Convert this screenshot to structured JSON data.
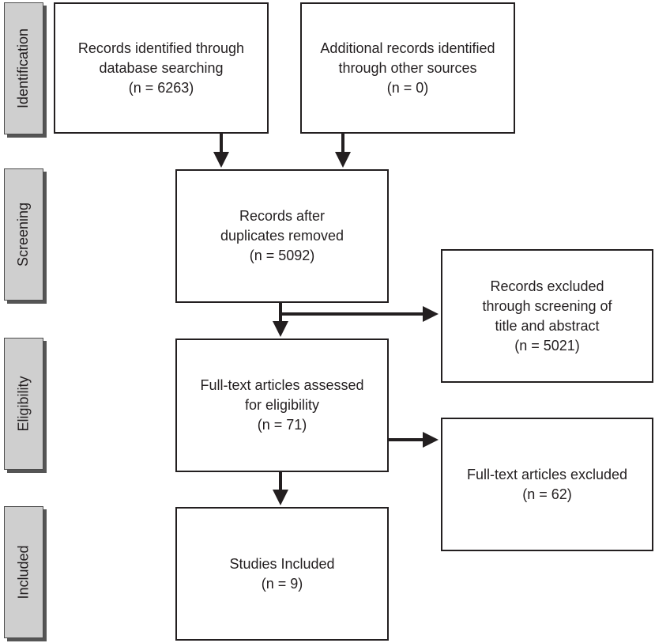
{
  "stages": {
    "identification": "Identification",
    "screening": "Screening",
    "eligibility": "Eligibility",
    "included": "Included"
  },
  "boxes": {
    "database_records": {
      "line1": "Records identified through",
      "line2": "database searching",
      "count": "(n = 6263)"
    },
    "other_records": {
      "line1": "Additional records identified",
      "line2": "through other sources",
      "count": "(n = 0)"
    },
    "after_duplicates": {
      "line1": "Records after",
      "line2": "duplicates removed",
      "count": "(n = 5092)"
    },
    "excluded_screening": {
      "line1": "Records excluded",
      "line2": "through screening of",
      "line3": "title and abstract",
      "count": "(n = 5021)"
    },
    "fulltext_assessed": {
      "line1": "Full-text articles assessed",
      "line2": "for eligibility",
      "count": "(n = 71)"
    },
    "fulltext_excluded": {
      "line1": "Full-text articles excluded",
      "count": "(n = 62)"
    },
    "studies_included": {
      "line1": "Studies Included",
      "count": "(n = 9)"
    }
  },
  "colors": {
    "stage_fill": "#cfcfcf",
    "stage_shadow": "#555555",
    "line": "#231f20"
  }
}
